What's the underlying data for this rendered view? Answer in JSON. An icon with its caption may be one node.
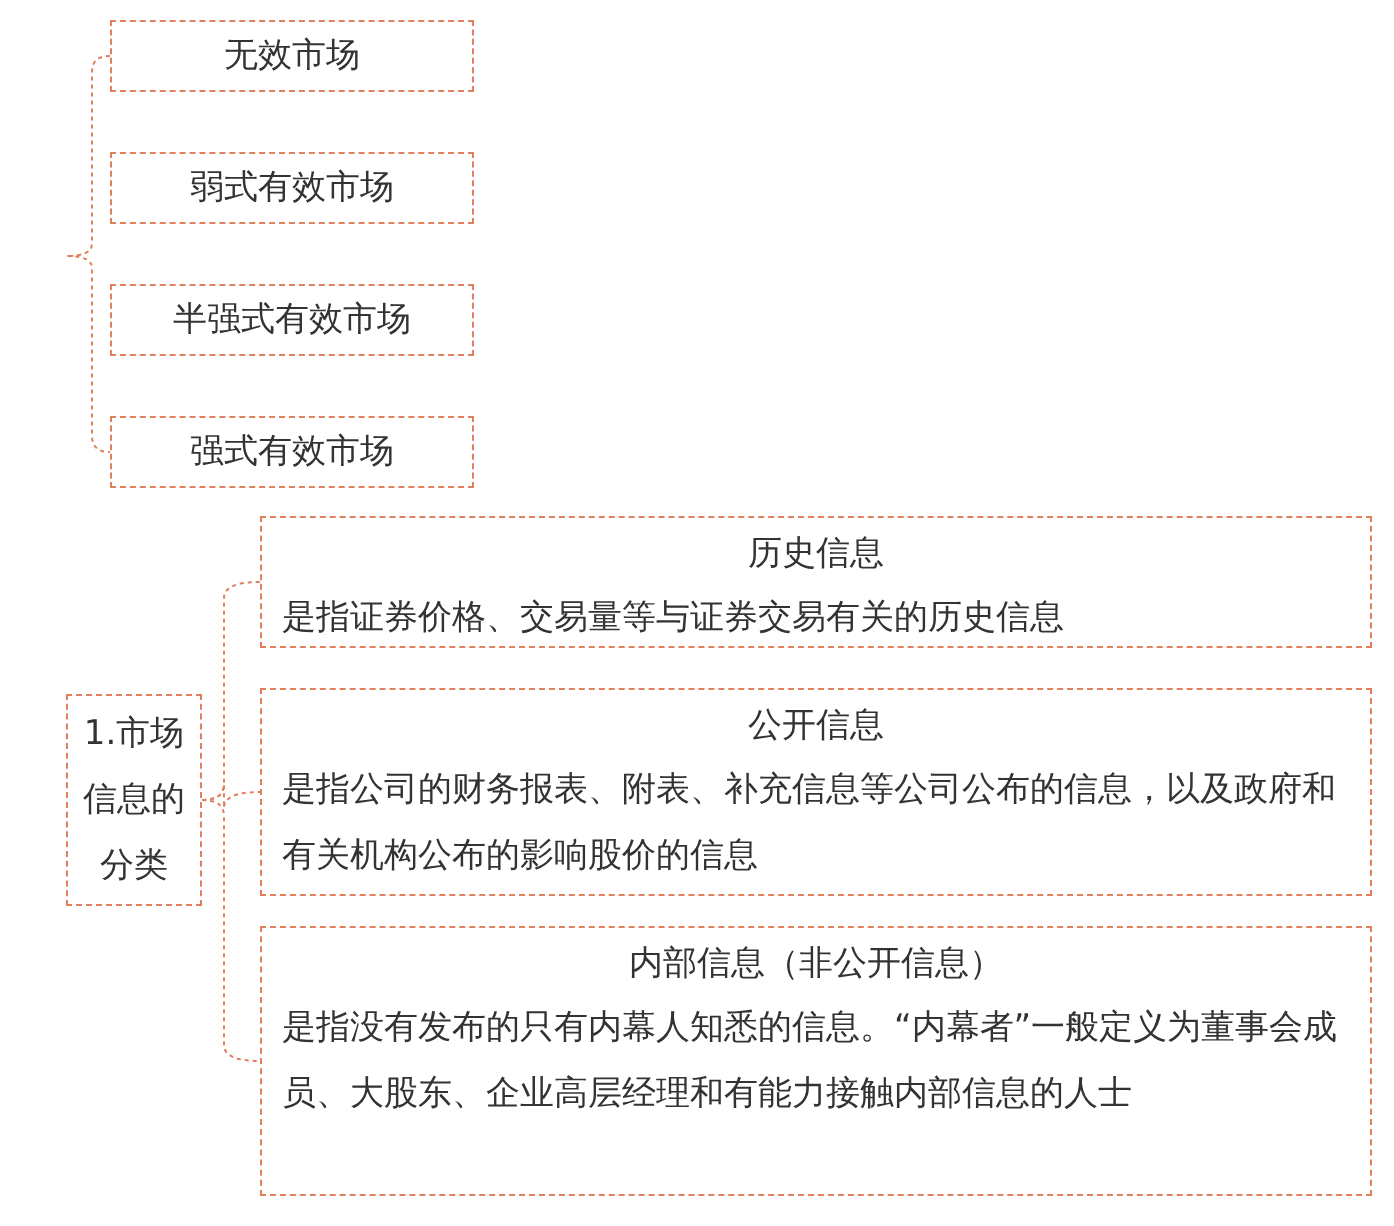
{
  "diagram": {
    "nodes": [
      {
        "text": [
          "无效市场"
        ]
      },
      {
        "text": [
          "弱式有效市场"
        ]
      },
      {
        "text": [
          "半强式有效市场"
        ]
      },
      {
        "text": [
          "强式有效市场"
        ]
      },
      {
        "text": [
          "1.市场信息的分类"
        ]
      },
      {
        "text": [
          "历史信息",
          "是指证券价格、交易量等与证券交易有关的历史信息"
        ]
      },
      {
        "text": [
          "公开信息",
          "是指公司的财务报表、附表、补充信息等公司公布的信息，以及政府和有关机构公布的影响股价的信息"
        ]
      },
      {
        "text": [
          "内部信息（非公开信息）",
          "是指没有发布的只有内幕人知悉的信息。“内幕者”一般定义为董事会成员、大股东、企业高层经理和有能力接触内部信息的人士"
        ]
      }
    ],
    "edges": [
      {
        "from": 4,
        "to": 5,
        "arrow": "none"
      },
      {
        "from": 4,
        "to": 6,
        "arrow": "none"
      },
      {
        "from": 4,
        "to": 7,
        "arrow": "none"
      }
    ]
  }
}
